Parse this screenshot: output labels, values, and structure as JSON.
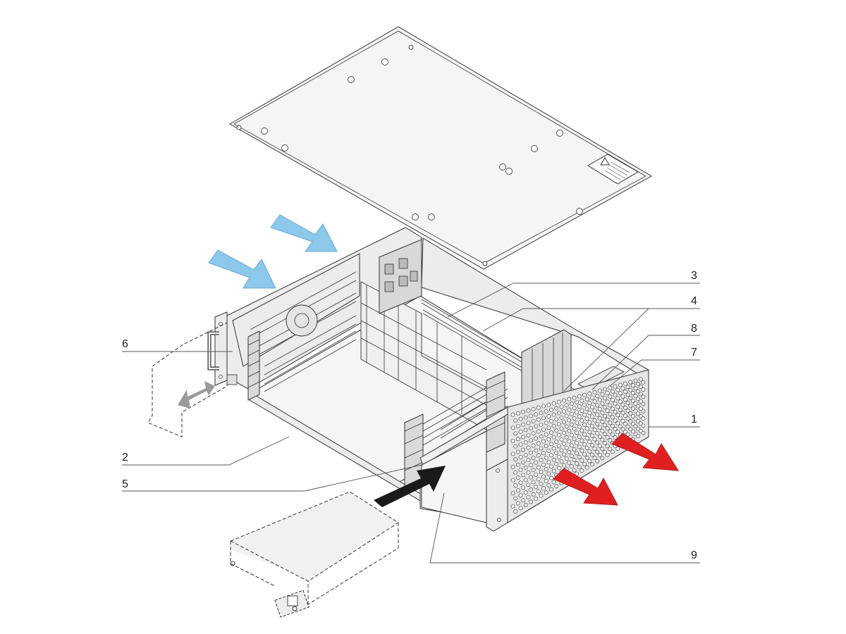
{
  "callouts": [
    {
      "id": "c3",
      "text": "3"
    },
    {
      "id": "c4",
      "text": "4"
    },
    {
      "id": "c8",
      "text": "8"
    },
    {
      "id": "c7",
      "text": "7"
    },
    {
      "id": "c6",
      "text": "6"
    },
    {
      "id": "c1",
      "text": "1"
    },
    {
      "id": "c2",
      "text": "2"
    },
    {
      "id": "c5",
      "text": "5"
    },
    {
      "id": "c9",
      "text": "9"
    }
  ],
  "colors": {
    "airflow_in": "#8cc8ea",
    "airflow_out": "#e02020",
    "insert_arrow": "#1a1a1a",
    "slide_arrow": "#9a9a9a",
    "metal": "#ececec",
    "line": "#333333"
  },
  "icons": {
    "cover_warning": "warning-triangle-icon",
    "front_vent": "perforated-grille"
  }
}
